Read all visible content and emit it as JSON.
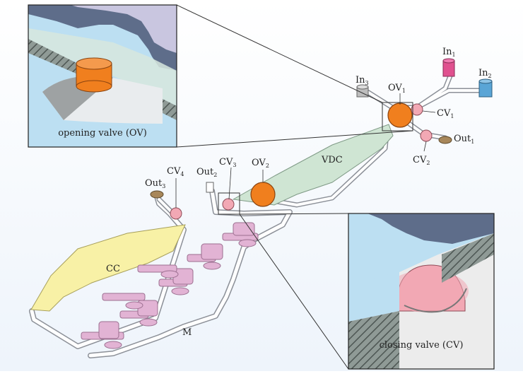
{
  "labels": {
    "in1": "In",
    "in1_sub": "1",
    "in2": "In",
    "in2_sub": "2",
    "in3": "In",
    "in3_sub": "3",
    "ov1": "OV",
    "ov1_sub": "1",
    "ov2": "OV",
    "ov2_sub": "2",
    "cv1": "CV",
    "cv1_sub": "1",
    "cv2": "CV",
    "cv2_sub": "2",
    "cv3": "CV",
    "cv3_sub": "3",
    "cv4": "CV",
    "cv4_sub": "4",
    "out1": "Out",
    "out1_sub": "1",
    "out2": "Out",
    "out2_sub": "2",
    "out3": "Out",
    "out3_sub": "3",
    "vdc": "VDC",
    "cc": "CC",
    "m": "M"
  },
  "insets": {
    "opening_caption": "opening valve (OV)",
    "closing_caption": "closing valve (CV)"
  },
  "colors": {
    "orange_valve": "#f07f1e",
    "pink_valve": "#f2a8b4",
    "vdc_chamber": "#cfe5d3",
    "cc_chamber": "#f8f1a6",
    "mixer": "#e2b3d4",
    "reservoir_in1": "#e0518f",
    "reservoir_in2": "#5aa5d6",
    "reservoir_in3": "#bdbdbd",
    "outlet_brown": "#a8875a",
    "water": "#bcdff2",
    "channel_wall": "#5e6d8a"
  }
}
